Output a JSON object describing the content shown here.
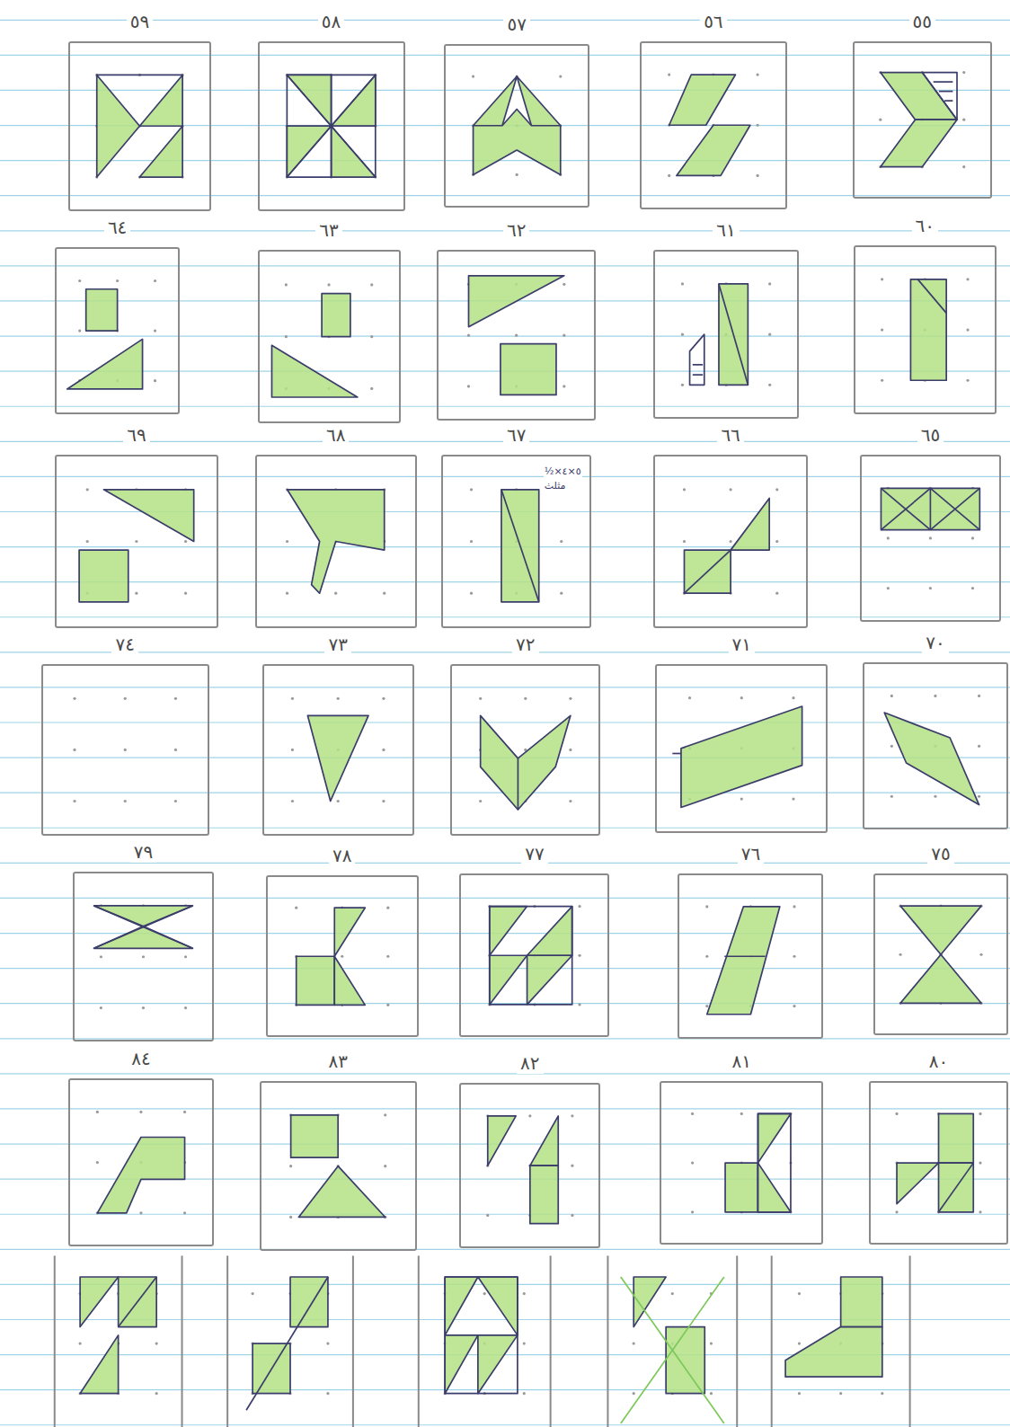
{
  "diagram": {
    "nodes": [
      {
        "text": [
          "٥٥"
        ]
      },
      {
        "text": [
          "٥٦"
        ]
      },
      {
        "text": [
          "٥٧"
        ]
      },
      {
        "text": [
          "٥٨"
        ]
      },
      {
        "text": [
          "٥٩"
        ]
      },
      {
        "text": [
          "٦٠"
        ]
      },
      {
        "text": [
          "٦١"
        ]
      },
      {
        "text": [
          "٦٢"
        ]
      },
      {
        "text": [
          "٦٣"
        ]
      },
      {
        "text": [
          "٦٤"
        ]
      },
      {
        "text": [
          "٦٥"
        ]
      },
      {
        "text": [
          "٦٦"
        ]
      },
      {
        "text": [
          "٦٧"
        ]
      },
      {
        "text": [
          "٦٨"
        ]
      },
      {
        "text": [
          "٦٩"
        ]
      },
      {
        "text": [
          "٧٠"
        ]
      },
      {
        "text": [
          "٧١"
        ]
      },
      {
        "text": [
          "٧٢"
        ]
      },
      {
        "text": [
          "٧٣"
        ]
      },
      {
        "text": [
          "٧٤"
        ]
      },
      {
        "text": [
          "٧٥"
        ]
      },
      {
        "text": [
          "٧٦"
        ]
      },
      {
        "text": [
          "٧٧"
        ]
      },
      {
        "text": [
          "٧٨"
        ]
      },
      {
        "text": [
          "٧٩"
        ]
      },
      {
        "text": [
          "٨٠"
        ]
      },
      {
        "text": [
          "٨١"
        ]
      },
      {
        "text": [
          "٨٢"
        ]
      },
      {
        "text": [
          "٨٣"
        ]
      },
      {
        "text": [
          "٨٤"
        ]
      }
    ],
    "labels": [
      "½×٥×٤",
      "مثلث"
    ]
  }
}
